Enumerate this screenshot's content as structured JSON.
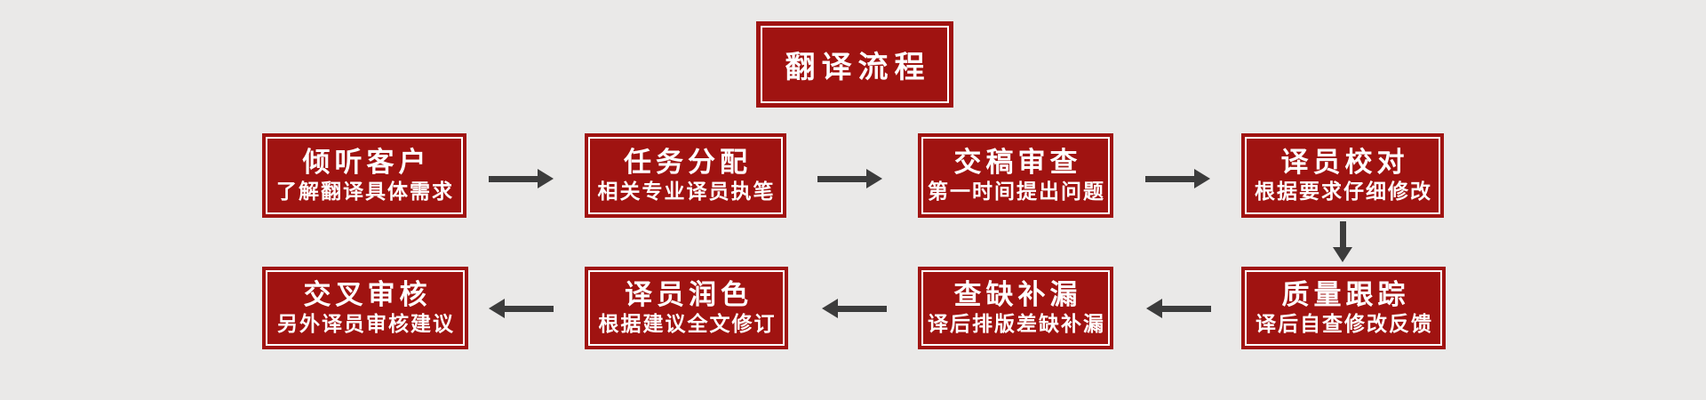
{
  "diagram": {
    "title": "翻译流程",
    "type": "flowchart",
    "flow_order": [
      "倾听客户",
      "任务分配",
      "交稿审查",
      "译员校对",
      "质量跟踪",
      "查缺补漏",
      "译员润色",
      "交叉审核"
    ],
    "steps": [
      {
        "title": "倾听客户",
        "subtitle": "了解翻译具体需求"
      },
      {
        "title": "任务分配",
        "subtitle": "相关专业译员执笔"
      },
      {
        "title": "交稿审查",
        "subtitle": "第一时间提出问题"
      },
      {
        "title": "译员校对",
        "subtitle": "根据要求仔细修改"
      },
      {
        "title": "质量跟踪",
        "subtitle": "译后自查修改反馈"
      },
      {
        "title": "查缺补漏",
        "subtitle": "译后排版差缺补漏"
      },
      {
        "title": "译员润色",
        "subtitle": "根据建议全文修订"
      },
      {
        "title": "交叉审核",
        "subtitle": "另外译员审核建议"
      }
    ]
  },
  "colors": {
    "box_red": "#A01311",
    "inner_border_white": "#FFFFFF",
    "text_white": "#FFFFFF",
    "arrow_gray": "#3C3C3C",
    "background_gray": "#EAE9E8"
  }
}
